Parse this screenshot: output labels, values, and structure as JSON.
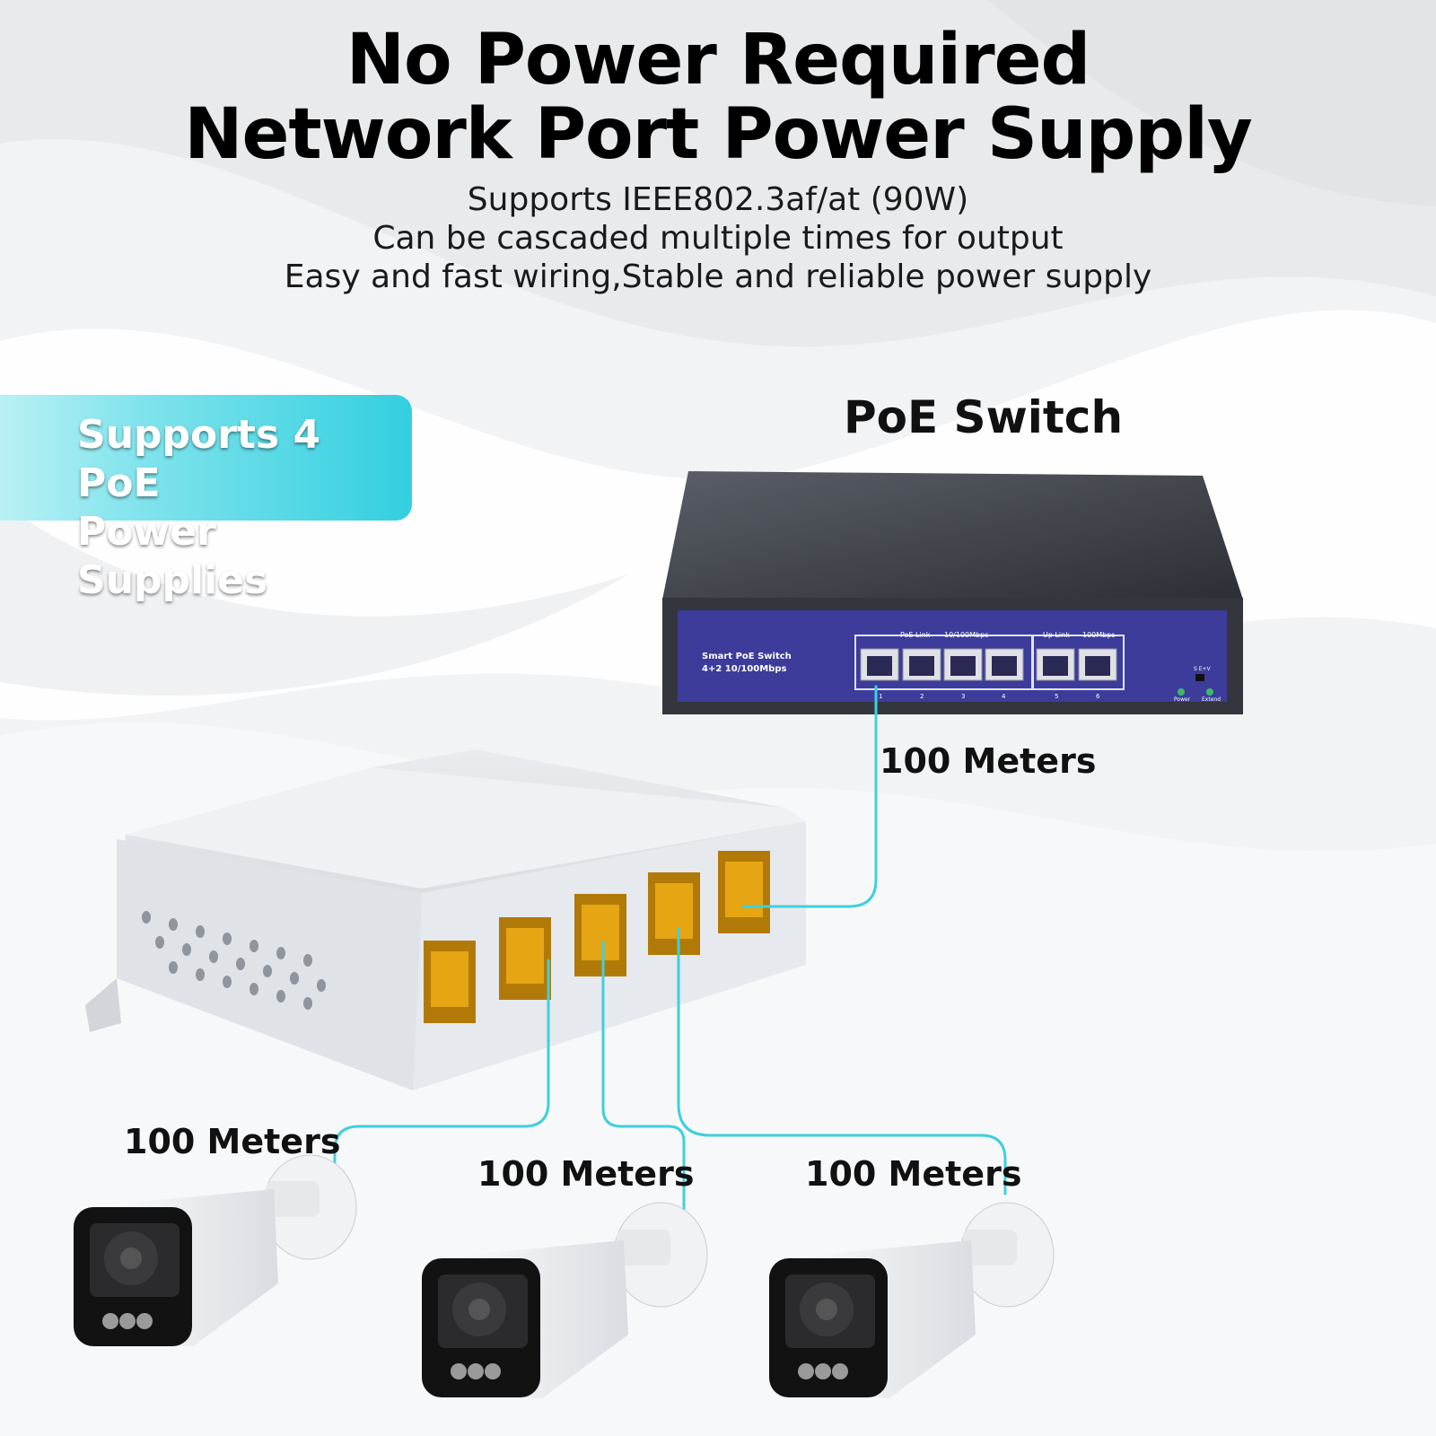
{
  "headline": {
    "line1": "No Power Required",
    "line2": "Network Port Power Supply"
  },
  "features": [
    "Supports IEEE802.3af/at (90W)",
    "Can be cascaded multiple times for output",
    "Easy and fast wiring,Stable and reliable power supply"
  ],
  "badge": {
    "line1": "Supports 4 PoE",
    "line2": "Power Supplies"
  },
  "switch": {
    "title": "PoE Switch",
    "panel_name": "Smart PoE Switch",
    "panel_spec": "4+2 10/100Mbps",
    "group1_label": "PoE Link",
    "group1_speed": "10/100Mbps",
    "group2_label": "Up Link",
    "group2_speed": "100Mbps",
    "port_numbers": [
      "1",
      "2",
      "3",
      "4",
      "5",
      "6"
    ],
    "power_label": "Power",
    "extend_label": "Extend",
    "dip_label": "S  E+V"
  },
  "distances": {
    "switch_to_extender": "100 Meters",
    "camera_left": "100 Meters",
    "camera_middle": "100 Meters",
    "camera_right": "100 Meters"
  },
  "colors": {
    "cable": "#3fd0dc",
    "switch_body": "#3a3d44",
    "switch_panel": "#3d3c9a",
    "badge": "#33cfe0"
  }
}
